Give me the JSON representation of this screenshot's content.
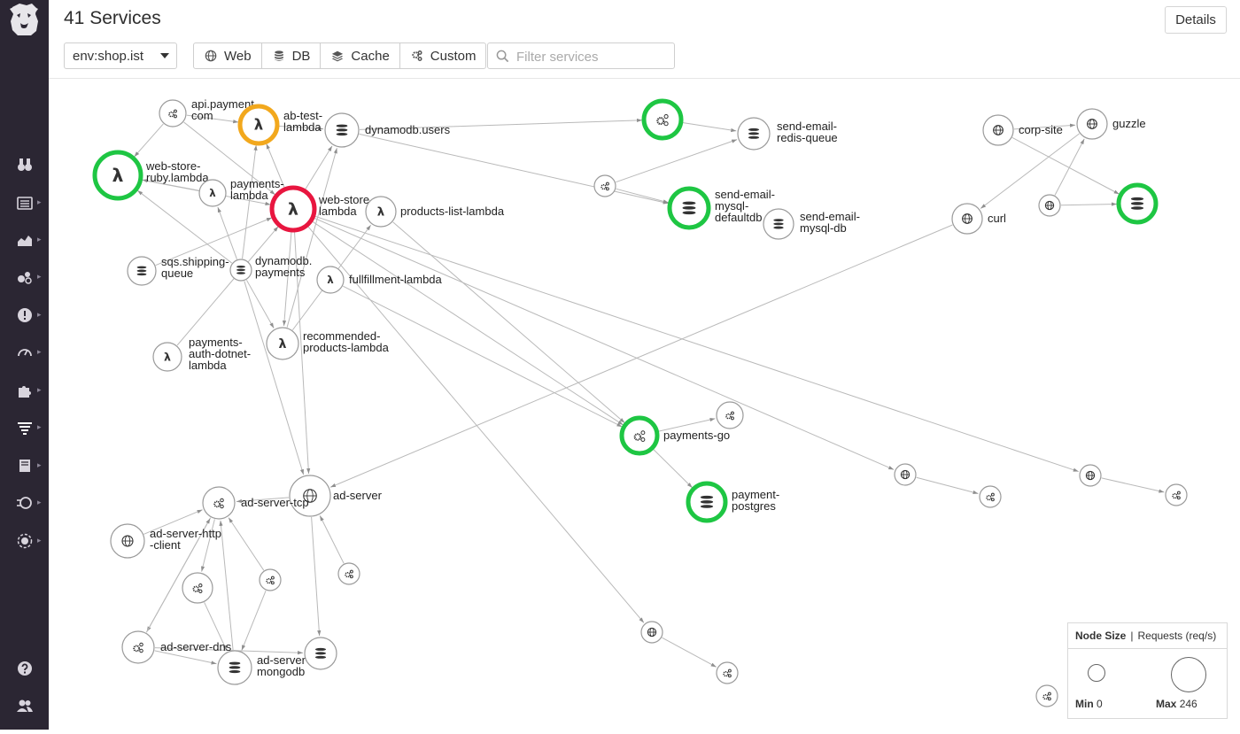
{
  "header": {
    "title": "41 Services",
    "details_label": "Details",
    "env_value": "env:shop.ist",
    "filters": [
      {
        "label": "Web",
        "icon": "globe-icon"
      },
      {
        "label": "DB",
        "icon": "database-icon"
      },
      {
        "label": "Cache",
        "icon": "layers-icon"
      },
      {
        "label": "Custom",
        "icon": "gears-icon"
      }
    ],
    "search_placeholder": "Filter services"
  },
  "sidebar": {
    "items": [
      {
        "icon": "binoculars-icon",
        "chevron": false
      },
      {
        "icon": "list-icon",
        "chevron": true
      },
      {
        "icon": "area-chart-icon",
        "chevron": true
      },
      {
        "icon": "hexagons-icon",
        "chevron": true
      },
      {
        "icon": "alert-icon",
        "chevron": true
      },
      {
        "icon": "gauge-icon",
        "chevron": true
      },
      {
        "icon": "puzzle-icon",
        "chevron": true
      },
      {
        "icon": "apm-icon",
        "chevron": true
      },
      {
        "icon": "notebook-icon",
        "chevron": true
      },
      {
        "icon": "synthetics-icon",
        "chevron": true
      },
      {
        "icon": "security-icon",
        "chevron": true
      }
    ],
    "bottom": [
      {
        "icon": "help-icon"
      },
      {
        "icon": "team-icon"
      }
    ]
  },
  "map": {
    "colors": {
      "ok": "#1ec643",
      "warn": "#f2a81d",
      "error": "#e8163f",
      "stroke": "#9a9a9a",
      "edge": "#b9b9b9"
    },
    "nodes": [
      {
        "id": "api-payment",
        "icon": "gears",
        "lines": [
          "api.payment.",
          "com"
        ]
      },
      {
        "id": "ab-test",
        "icon": "lambda",
        "status": "warn",
        "lines": [
          "ab-test-",
          "lambda"
        ]
      },
      {
        "id": "dynamodb-users",
        "icon": "db",
        "lines": [
          "dynamodb.users"
        ]
      },
      {
        "id": "web-store-ruby",
        "icon": "lambda",
        "status": "ok",
        "lines": [
          "web-store-",
          "ruby.lambda"
        ]
      },
      {
        "id": "payments-lambda",
        "icon": "lambda",
        "lines": [
          "payments-",
          "lambda"
        ]
      },
      {
        "id": "web-store-lambda",
        "icon": "lambda",
        "status": "error",
        "lines": [
          "web-store-",
          "lambda"
        ]
      },
      {
        "id": "products-list",
        "icon": "lambda",
        "lines": [
          "products-list-lambda"
        ]
      },
      {
        "id": "sqs-shipping",
        "icon": "db",
        "lines": [
          "sqs.shipping-",
          "queue"
        ]
      },
      {
        "id": "dynamodb-payments",
        "icon": "db",
        "lines": [
          "dynamodb.",
          "payments"
        ]
      },
      {
        "id": "fullfillment",
        "icon": "lambda",
        "lines": [
          "fullfillment-lambda"
        ]
      },
      {
        "id": "recommended",
        "icon": "lambda",
        "lines": [
          "recommended-",
          "products-lambda"
        ]
      },
      {
        "id": "payments-auth",
        "icon": "lambda",
        "lines": [
          "payments-",
          "auth-dotnet-",
          "lambda"
        ]
      },
      {
        "id": "green-top",
        "icon": "gears",
        "status": "ok",
        "lines": []
      },
      {
        "id": "send-email-redis",
        "icon": "db",
        "lines": [
          "send-email-",
          "redis-queue"
        ]
      },
      {
        "id": "gears-mid",
        "icon": "gears",
        "lines": []
      },
      {
        "id": "send-email-mysql-defaultdb",
        "icon": "db",
        "status": "ok",
        "lines": [
          "send-email-",
          "mysql-",
          "defaultdb"
        ]
      },
      {
        "id": "send-email-mysql-db",
        "icon": "db",
        "lines": [
          "send-email-",
          "mysql-db"
        ]
      },
      {
        "id": "corp-site",
        "icon": "globe",
        "lines": [
          "corp-site"
        ]
      },
      {
        "id": "guzzle",
        "icon": "globe",
        "lines": [
          "guzzle"
        ]
      },
      {
        "id": "curl",
        "icon": "globe",
        "lines": [
          "curl"
        ]
      },
      {
        "id": "globe-small",
        "icon": "globe",
        "lines": []
      },
      {
        "id": "db-green-right",
        "icon": "db",
        "status": "ok",
        "lines": []
      },
      {
        "id": "payments-go",
        "icon": "gears",
        "status": "ok",
        "lines": [
          "payments-go"
        ]
      },
      {
        "id": "gears-pgo",
        "icon": "gears",
        "lines": []
      },
      {
        "id": "payment-postgres",
        "icon": "db",
        "status": "ok",
        "lines": [
          "payment-",
          "postgres"
        ]
      },
      {
        "id": "globe-r1",
        "icon": "globe",
        "lines": []
      },
      {
        "id": "gears-r1",
        "icon": "gears",
        "lines": []
      },
      {
        "id": "globe-r2",
        "icon": "globe",
        "lines": []
      },
      {
        "id": "gears-r2",
        "icon": "gears",
        "lines": []
      },
      {
        "id": "globe-b",
        "icon": "globe",
        "lines": []
      },
      {
        "id": "gears-b",
        "icon": "gears",
        "lines": []
      },
      {
        "id": "ad-server",
        "icon": "globe",
        "lines": [
          "ad-server"
        ]
      },
      {
        "id": "ad-server-tcp",
        "icon": "gears",
        "lines": [
          "ad-server-tcp"
        ]
      },
      {
        "id": "ad-server-http",
        "icon": "globe",
        "lines": [
          "ad-server-http",
          "-client"
        ]
      },
      {
        "id": "gears-ad1",
        "icon": "gears",
        "lines": []
      },
      {
        "id": "gears-ad2",
        "icon": "gears",
        "lines": []
      },
      {
        "id": "gears-ad3",
        "icon": "gears",
        "lines": []
      },
      {
        "id": "ad-server-dns",
        "icon": "gears",
        "lines": [
          "ad-server-dns"
        ]
      },
      {
        "id": "ad-server-mongodb",
        "icon": "db",
        "lines": [
          "ad-server-",
          "mongodb"
        ]
      },
      {
        "id": "db-ad",
        "icon": "db",
        "lines": []
      },
      {
        "id": "gears-corner",
        "icon": "gears",
        "lines": []
      }
    ],
    "edges": [
      [
        "api-payment",
        "ab-test"
      ],
      [
        "api-payment",
        "web-store-ruby"
      ],
      [
        "api-payment",
        "web-store-lambda"
      ],
      [
        "ab-test",
        "dynamodb-users"
      ],
      [
        "dynamodb-users",
        "green-top"
      ],
      [
        "dynamodb-users",
        "send-email-mysql-defaultdb"
      ],
      [
        "green-top",
        "send-email-redis"
      ],
      [
        "gears-mid",
        "send-email-redis"
      ],
      [
        "gears-mid",
        "send-email-mysql-defaultdb"
      ],
      [
        "web-store-ruby",
        "web-store-lambda"
      ],
      [
        "payments-lambda",
        "web-store-ruby"
      ],
      [
        "dynamodb-payments",
        "ab-test"
      ],
      [
        "dynamodb-payments",
        "payments-lambda"
      ],
      [
        "dynamodb-payments",
        "web-store-ruby"
      ],
      [
        "web-store-lambda",
        "ab-test"
      ],
      [
        "web-store-lambda",
        "dynamodb-users"
      ],
      [
        "web-store-lambda",
        "recommended"
      ],
      [
        "web-store-lambda",
        "payments-go"
      ],
      [
        "web-store-lambda",
        "globe-r1"
      ],
      [
        "web-store-lambda",
        "globe-r2"
      ],
      [
        "web-store-lambda",
        "globe-b"
      ],
      [
        "web-store-lambda",
        "ad-server"
      ],
      [
        "recommended",
        "products-list"
      ],
      [
        "recommended",
        "dynamodb-users"
      ],
      [
        "payments-auth",
        "web-store-lambda"
      ],
      [
        "sqs-shipping",
        "web-store-lambda"
      ],
      [
        "dynamodb-payments",
        "ad-server"
      ],
      [
        "dynamodb-payments",
        "recommended"
      ],
      [
        "fullfillment",
        "payments-go"
      ],
      [
        "products-list",
        "payments-go"
      ],
      [
        "payments-go",
        "gears-pgo"
      ],
      [
        "payments-go",
        "payment-postgres"
      ],
      [
        "globe-r1",
        "gears-r1"
      ],
      [
        "globe-r2",
        "gears-r2"
      ],
      [
        "globe-b",
        "gears-b"
      ],
      [
        "curl",
        "ad-server"
      ],
      [
        "corp-site",
        "guzzle"
      ],
      [
        "corp-site",
        "db-green-right"
      ],
      [
        "guzzle",
        "curl"
      ],
      [
        "globe-small",
        "guzzle"
      ],
      [
        "globe-small",
        "db-green-right"
      ],
      [
        "ad-server",
        "ad-server-tcp"
      ],
      [
        "ad-server",
        "db-ad"
      ],
      [
        "ad-server-http",
        "ad-server-tcp"
      ],
      [
        "ad-server-tcp",
        "ad-server-dns"
      ],
      [
        "ad-server-tcp",
        "gears-ad1"
      ],
      [
        "gears-ad2",
        "ad-server-tcp"
      ],
      [
        "gears-ad3",
        "ad-server"
      ],
      [
        "ad-server-dns",
        "ad-server-tcp"
      ],
      [
        "ad-server-dns",
        "ad-server-mongodb"
      ],
      [
        "ad-server-mongodb",
        "ad-server-tcp"
      ],
      [
        "gears-ad2",
        "ad-server-mongodb"
      ],
      [
        "ad-server-dns",
        "db-ad"
      ],
      [
        "gears-ad1",
        "ad-server-mongodb"
      ]
    ]
  },
  "legend": {
    "title": "Node Size",
    "separator": "|",
    "subtitle": "Requests (req/s)",
    "min_label": "Min",
    "min_value": "0",
    "max_label": "Max",
    "max_value": "246"
  }
}
